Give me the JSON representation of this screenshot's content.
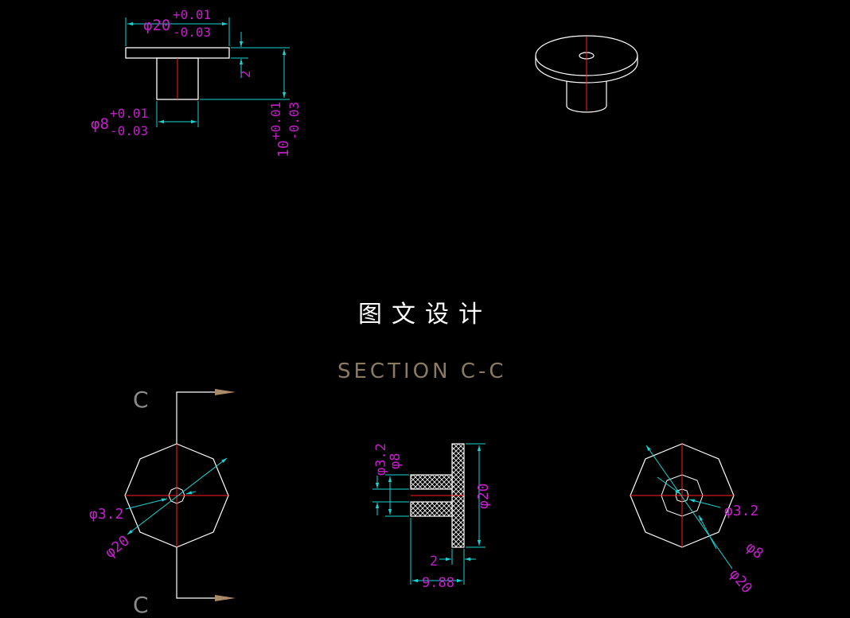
{
  "title": "图文设计",
  "section_label": "SECTION C-C",
  "cut_labels": {
    "top": "C",
    "bottom": "C"
  },
  "colors": {
    "background": "#000000",
    "outline": "#ffffff",
    "centerline": "#ff1f1f",
    "dimension_line": "#18d4d4",
    "dimension_text": "#c41fc9",
    "section_text": "#8a7a62",
    "cut_arrow": "#a98b6a"
  },
  "front_view": {
    "d20_base": "φ20",
    "d20_tol_upper": "+0.01",
    "d20_tol_lower": "-0.03",
    "height_2": "2",
    "d8_base": "φ8",
    "d8_tol_upper": "+0.01",
    "d8_tol_lower": "-0.03",
    "len10_base": "10",
    "len10_tol_upper": "+0.01",
    "len10_tol_lower": "-0.03"
  },
  "bottom_left_view": {
    "d3_2": "φ3.2",
    "d20": "φ20"
  },
  "section_view": {
    "d3_2": "φ3.2",
    "d8": "φ8",
    "d20": "φ20",
    "len2": "2",
    "len9_88": "9.88"
  },
  "bottom_right_view": {
    "d3_2": "φ3.2",
    "d8": "φ8",
    "d20": "φ20"
  }
}
